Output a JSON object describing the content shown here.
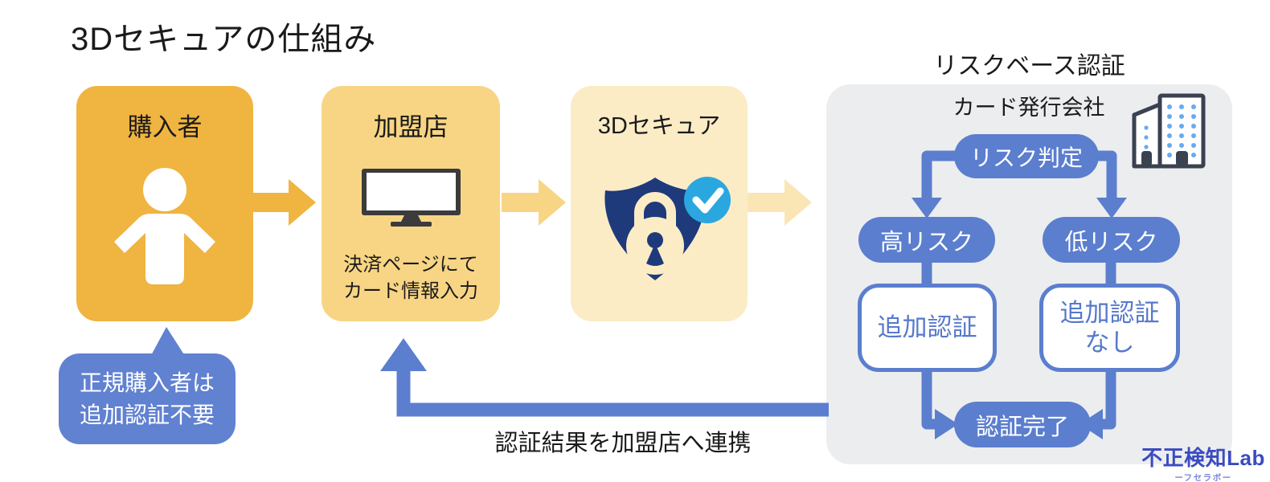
{
  "title": "3Dセキュアの仕組み",
  "steps": {
    "buyer": {
      "label": "購入者",
      "icon": "person-icon"
    },
    "merchant": {
      "label": "加盟店",
      "icon": "tv-icon",
      "note_line1": "決済ページにて",
      "note_line2": "カード情報入力"
    },
    "secure": {
      "label": "3Dセキュア",
      "icon": "shield-check-icon"
    }
  },
  "risk_panel": {
    "heading": "リスクベース認証",
    "issuer": "カード発行会社",
    "issuer_icon": "building-icon",
    "risk_judgement": "リスク判定",
    "high_risk": "高リスク",
    "low_risk": "低リスク",
    "additional_auth": "追加認証",
    "no_additional_auth_line1": "追加認証",
    "no_additional_auth_line2": "なし",
    "auth_complete": "認証完了"
  },
  "callout": {
    "line1": "正規購入者は",
    "line2": "追加認証不要"
  },
  "feedback_label": "認証結果を加盟店へ連携",
  "logo": {
    "name": "不正検知Lab",
    "subname": "ーフセラボー"
  },
  "colors": {
    "amber": "#F0B441",
    "amber_light": "#F8D584",
    "cream": "#FBECC6",
    "arrow_pale": "#FAE6B4",
    "flow_blue": "#5B7ECE",
    "callout_blue": "#6181D1",
    "shield_navy": "#1E3A7B",
    "check_blue": "#2BA7E0",
    "panel_gray": "#ECEDEF",
    "logo_blue": "#3A4BC1"
  }
}
